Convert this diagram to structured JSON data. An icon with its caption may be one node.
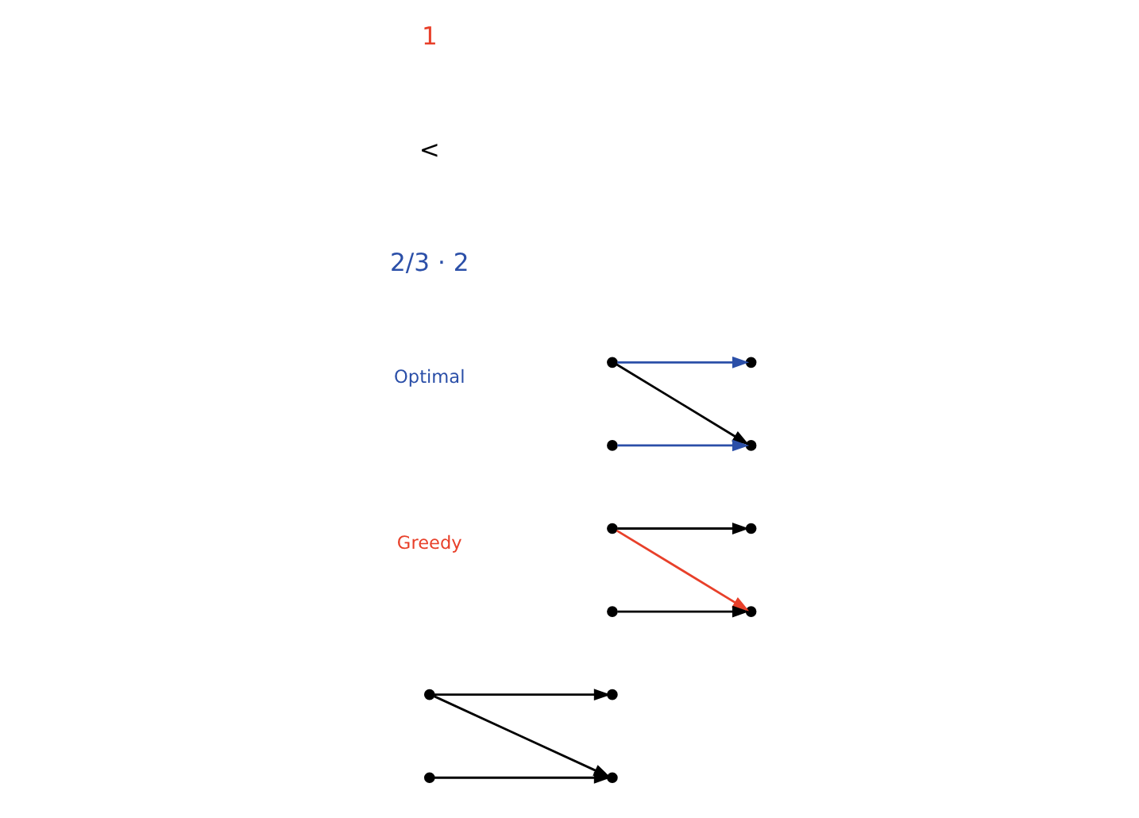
{
  "diagram": {
    "nodes": [
      {
        "text": [],
        "shape": "cross"
      },
      {
        "text": [],
        "shape": "cross"
      },
      {
        "text": [],
        "shape": "cross"
      },
      {
        "text": [],
        "shape": "cross"
      },
      {
        "text": [],
        "shape": "cross"
      },
      {
        "text": [],
        "shape": "cross"
      },
      {
        "text": [],
        "shape": "cross"
      },
      {
        "text": [],
        "shape": "cross"
      },
      {
        "text": [],
        "shape": "cross"
      },
      {
        "text": [],
        "shape": "cross"
      },
      {
        "text": [],
        "shape": "cross"
      },
      {
        "text": [],
        "shape": "cross"
      }
    ],
    "edges": [
      {
        "from": 0,
        "to": 1,
        "arrow": "to"
      },
      {
        "from": 0,
        "to": 3,
        "arrow": "to"
      },
      {
        "from": 2,
        "to": 3,
        "arrow": "to"
      },
      {
        "from": 4,
        "to": 5,
        "arrow": "to"
      },
      {
        "from": 4,
        "to": 7,
        "arrow": "to",
        "color": "#e8402a"
      },
      {
        "from": 6,
        "to": 7,
        "arrow": "to"
      },
      {
        "from": 8,
        "to": 9,
        "arrow": "to",
        "color": "#2b4fa8"
      },
      {
        "from": 8,
        "to": 11,
        "arrow": "to"
      },
      {
        "from": 10,
        "to": 11,
        "arrow": "to",
        "color": "#2b4fa8"
      }
    ],
    "labels": [
      "Greedy",
      "Optimal",
      "1",
      "<",
      "2/3 · 2"
    ]
  }
}
